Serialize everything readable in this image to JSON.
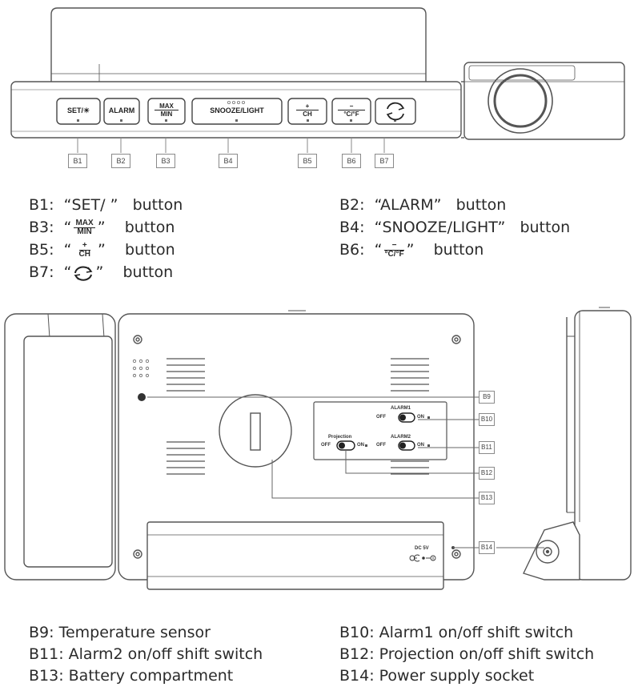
{
  "top_panel": {
    "buttons": [
      {
        "id": "B1",
        "label": "SET/☀"
      },
      {
        "id": "B2",
        "label": "ALARM"
      },
      {
        "id": "B3",
        "top": "MAX",
        "bottom": "MIN"
      },
      {
        "id": "B4",
        "label": "SNOOZE/LIGHT"
      },
      {
        "id": "B5",
        "top": "+",
        "bottom": "CH"
      },
      {
        "id": "B6",
        "top": "−",
        "bottom": "°C/°F"
      },
      {
        "id": "B7",
        "icon": "refresh-icon"
      }
    ]
  },
  "legend_top": {
    "b1": {
      "key": "B1:",
      "pre": "“SET/ ”",
      "post": "button"
    },
    "b2": {
      "key": "B2:",
      "pre": "“ALARM”",
      "post": "button"
    },
    "b3": {
      "key": "B3:",
      "open": "“",
      "top": "MAX",
      "bottom": "MIN",
      "close": "”",
      "post": "button"
    },
    "b4": {
      "key": "B4:",
      "pre": "“SNOOZE/LIGHT”",
      "post": "button"
    },
    "b5": {
      "key": "B5:",
      "open": "“",
      "top": "+",
      "bottom": "CH",
      "close": "”",
      "post": "button"
    },
    "b6": {
      "key": "B6:",
      "open": "“",
      "top": "−",
      "bottom": "°C/°F",
      "close": "”",
      "post": "button"
    },
    "b7": {
      "key": "B7:",
      "open": "“",
      "close": "”",
      "post": "button"
    }
  },
  "rear_panel": {
    "tags": [
      "B9",
      "B10",
      "B11",
      "B12",
      "B13",
      "B14"
    ],
    "alarm1": "ALARM1",
    "alarm2": "ALARM2",
    "projection": "Projection",
    "off": "OFF",
    "on": "ON",
    "dc": "DC 5V"
  },
  "legend_bottom": {
    "b9": "B9: Temperature sensor",
    "b10": "B10: Alarm1 on/off shift switch",
    "b11": "B11: Alarm2 on/off shift switch",
    "b12": "B12: Projection on/off shift switch",
    "b13": "B13: Battery compartment",
    "b14": "B14: Power supply socket"
  },
  "colors": {
    "line": "#555555",
    "text": "#2a2a2a"
  }
}
